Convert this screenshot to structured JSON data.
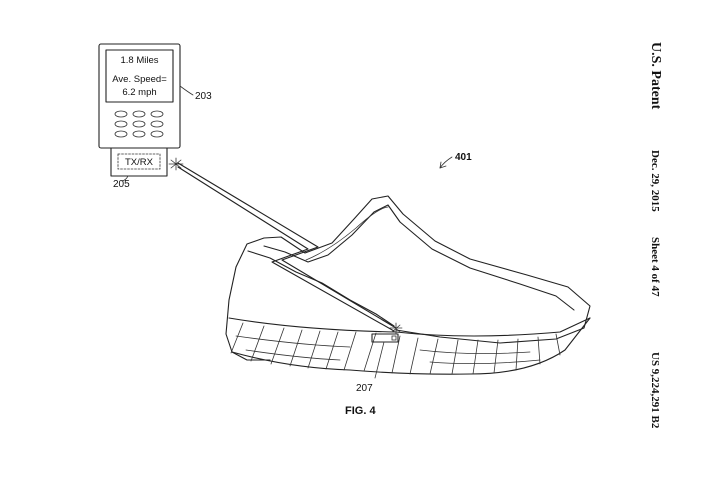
{
  "header": {
    "publisher": "U.S. Patent",
    "date": "Dec. 29, 2015",
    "sheet": "Sheet 4 of 47",
    "patent_number": "US 9,224,291 B2"
  },
  "figure": {
    "caption": "FIG. 4",
    "ref_system": "401",
    "ref_device": "203",
    "ref_transceiver": "205",
    "ref_sensor": "207"
  },
  "device": {
    "distance": "1.8 Miles",
    "speed_label": "Ave. Speed=",
    "speed_value": "6.2 mph",
    "transceiver": "TX/RX"
  },
  "icons": [
    "wireless-link-icon",
    "antenna-star-icon",
    "keypad-button-icon"
  ]
}
